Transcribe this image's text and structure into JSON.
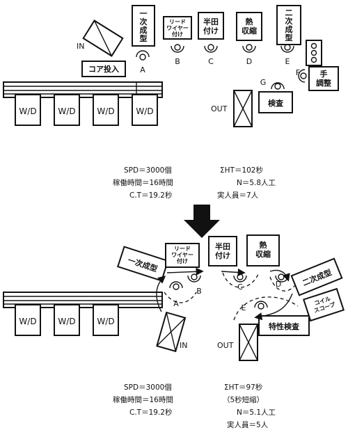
{
  "before": {
    "stations": {
      "ichiji_seikei": "一次成型",
      "lead_wire": "リード\nワイヤー\n付け",
      "handa": "半田\n付け",
      "netsu": "熱\n収縮",
      "niji_seikei": "二次成型",
      "core_tounyu": "コア投入",
      "te_chousei": "手\n調整",
      "kensa": "検査"
    },
    "workers": [
      "A",
      "B",
      "C",
      "D",
      "E",
      "F",
      "G"
    ],
    "in_label": "IN",
    "out_label": "OUT",
    "wd_label": "W/D",
    "stats": {
      "spd": "SPD＝3000個",
      "uptime": "稼働時間＝16時間",
      "ct": "C.T＝19.2秒",
      "sum_ht": "ΣHT＝102秒",
      "n": "N＝5.8人工",
      "actual": "実人員＝7人"
    }
  },
  "after": {
    "stations": {
      "ichiji_seikei": "一次成型",
      "lead_wire": "リード\nワイヤー\n付け",
      "handa": "半田\n付け",
      "netsu": "熱\n収縮",
      "niji_seikei": "二次成型",
      "coil_scope": "コイル\nスコープ",
      "tokusei_kensa": "特性検査"
    },
    "workers": [
      "A",
      "B",
      "C",
      "D",
      "E"
    ],
    "in_label": "IN",
    "out_label": "OUT",
    "wd_label": "W/D",
    "stats": {
      "spd": "SPD＝3000個",
      "uptime": "稼働時間＝16時間",
      "ct": "C.T＝19.2秒",
      "sum_ht": "ΣHT＝97秒",
      "reduction": "（5秒短縮）",
      "n": "N＝5.1人工",
      "actual": "実人員＝5人"
    }
  }
}
